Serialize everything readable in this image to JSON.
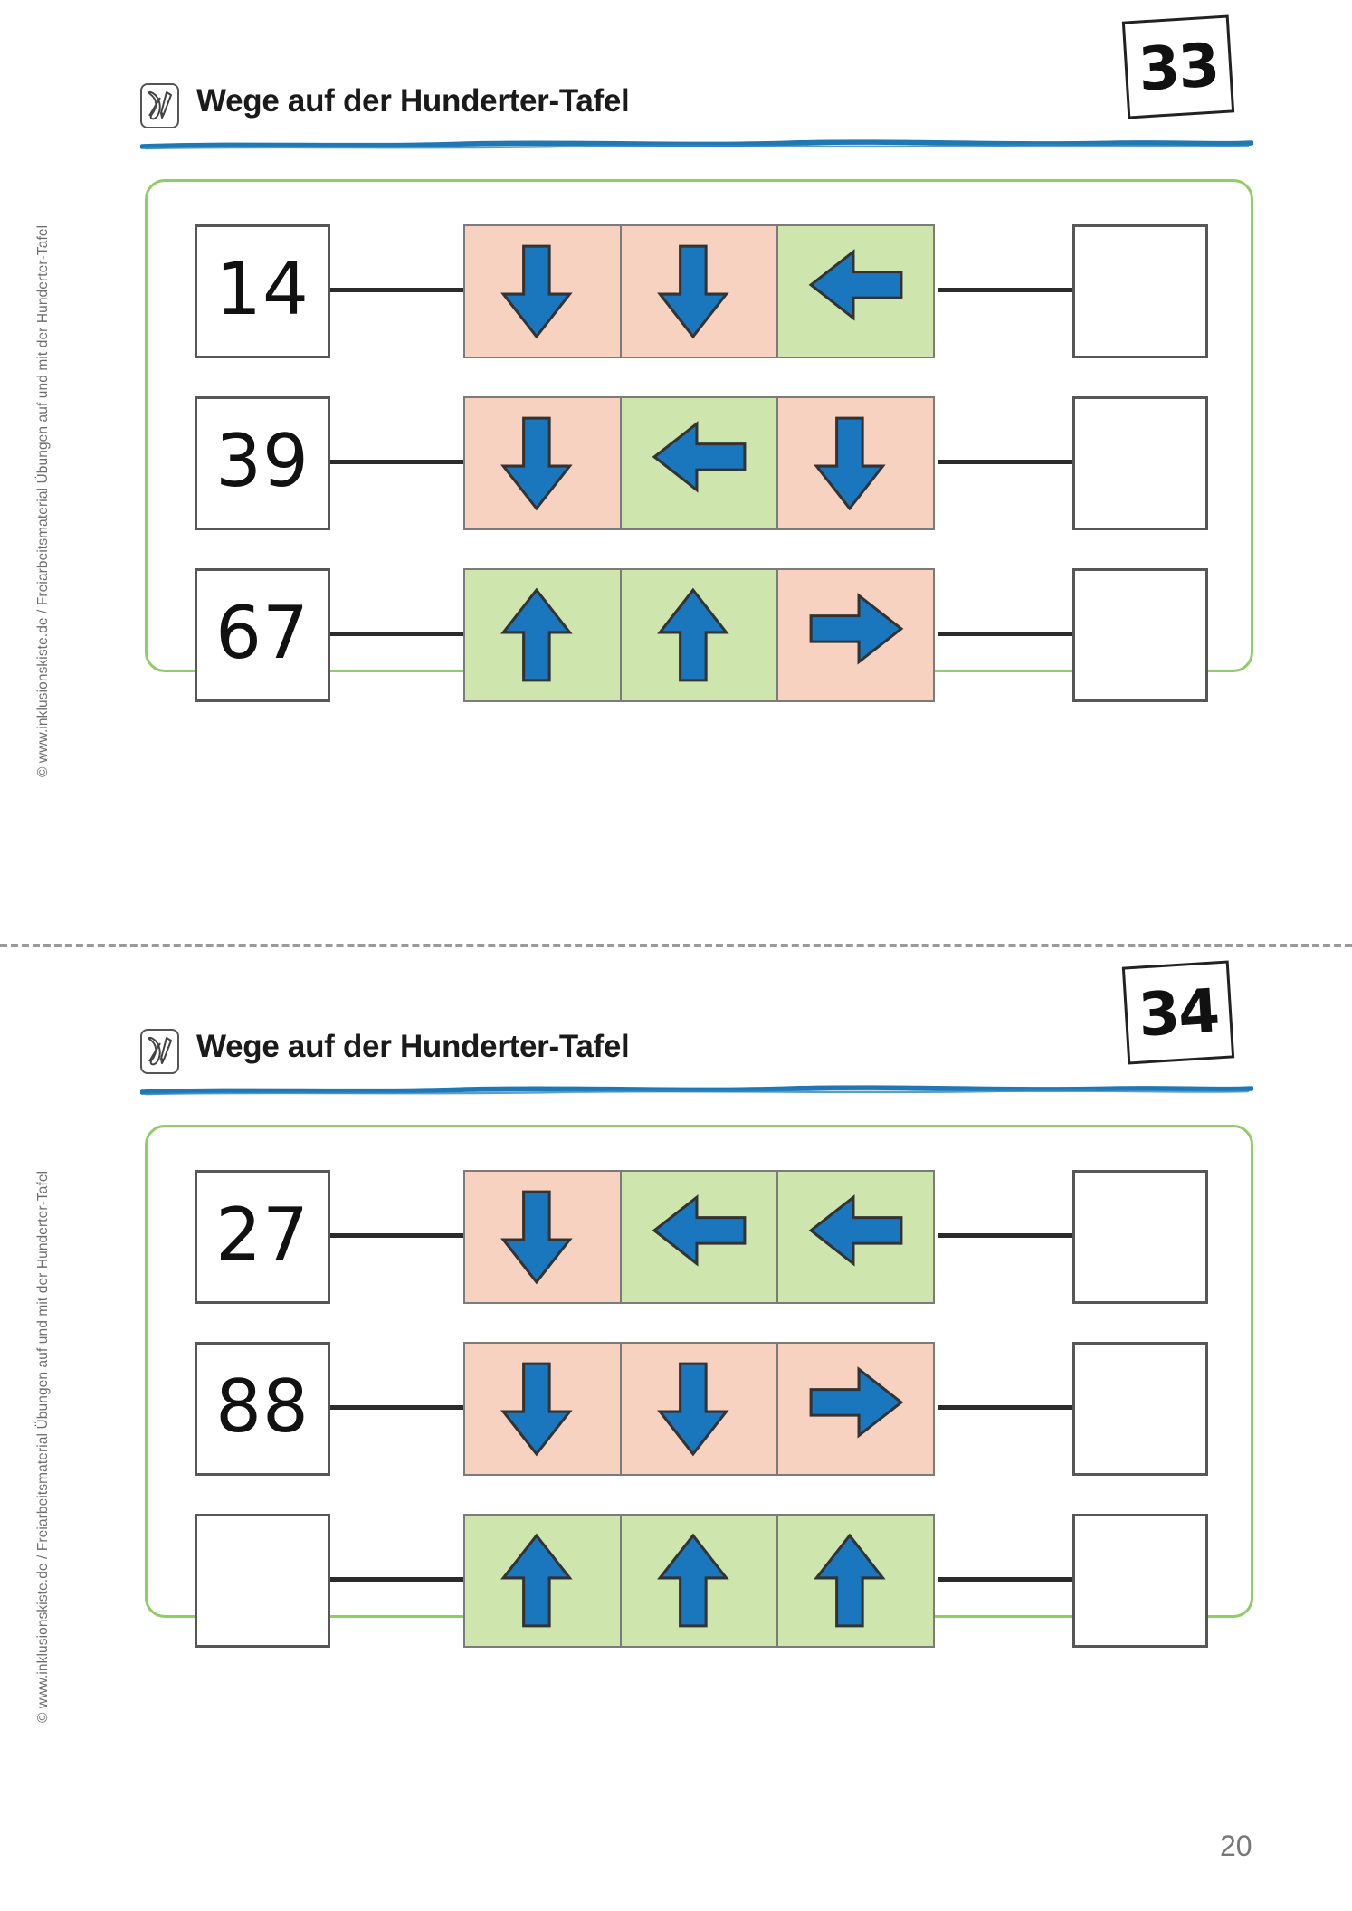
{
  "document": {
    "page_number": "20",
    "cut_line": "dashed-separator"
  },
  "copyright_text": "© www.inklusionskiste.de / Freiarbeitsmaterial Übungen auf und mit der Hunderter-Tafel",
  "colors": {
    "panel_border_green": "#8fcd67",
    "cell_peach": "#f8d2c0",
    "cell_green": "#cfe5ae",
    "arrow_blue": "#1a77bd",
    "arrow_outline": "#333333",
    "box_border": "#575757",
    "underline_blue": "#1f77b4",
    "page_number_gray": "#777777"
  },
  "icons": {
    "pencil": "pencil-icon",
    "arrow_down": "arrow-down-icon",
    "arrow_up": "arrow-up-icon",
    "arrow_left": "arrow-left-icon",
    "arrow_right": "arrow-right-icon"
  },
  "worksheets": [
    {
      "badge": "33",
      "title": "Wege auf der Hunderter-Tafel",
      "rows": [
        {
          "start": "14",
          "end": "",
          "arrows": [
            {
              "dir": "down",
              "color": "peach"
            },
            {
              "dir": "down",
              "color": "peach"
            },
            {
              "dir": "left",
              "color": "green"
            }
          ]
        },
        {
          "start": "39",
          "end": "",
          "arrows": [
            {
              "dir": "down",
              "color": "peach"
            },
            {
              "dir": "left",
              "color": "green"
            },
            {
              "dir": "down",
              "color": "peach"
            }
          ]
        },
        {
          "start": "67",
          "end": "",
          "arrows": [
            {
              "dir": "up",
              "color": "green"
            },
            {
              "dir": "up",
              "color": "green"
            },
            {
              "dir": "right",
              "color": "peach"
            }
          ]
        }
      ]
    },
    {
      "badge": "34",
      "title": "Wege auf der Hunderter-Tafel",
      "rows": [
        {
          "start": "27",
          "end": "",
          "arrows": [
            {
              "dir": "down",
              "color": "peach"
            },
            {
              "dir": "left",
              "color": "green"
            },
            {
              "dir": "left",
              "color": "green"
            }
          ]
        },
        {
          "start": "88",
          "end": "",
          "arrows": [
            {
              "dir": "down",
              "color": "peach"
            },
            {
              "dir": "down",
              "color": "peach"
            },
            {
              "dir": "right",
              "color": "peach"
            }
          ]
        },
        {
          "start": "",
          "end": "",
          "arrows": [
            {
              "dir": "up",
              "color": "green"
            },
            {
              "dir": "up",
              "color": "green"
            },
            {
              "dir": "up",
              "color": "green"
            }
          ]
        }
      ]
    }
  ]
}
